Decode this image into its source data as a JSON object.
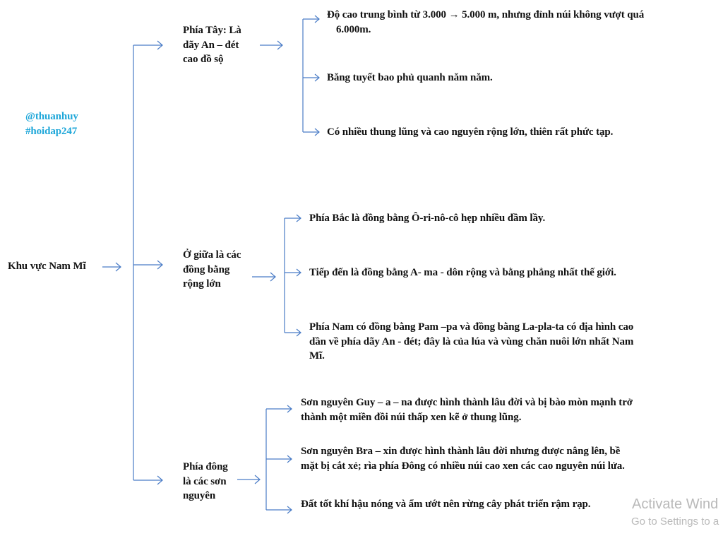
{
  "watermark": {
    "handle": "@thuanhuy",
    "tag": "#hoidap247",
    "color": "#1fa7d9"
  },
  "root": "Khu vực Nam Mĩ",
  "branches": [
    {
      "label": [
        "Phía Tây: Là",
        "dãy An – đét",
        "cao đồ sộ"
      ],
      "items": [
        [
          "Độ cao trung bình từ 3.000 → 5.000 m, nhưng đỉnh núi không vượt quá",
          "6.000m."
        ],
        [
          "Băng tuyết bao phủ quanh  năm năm."
        ],
        [
          "Có nhiều thung lũng và cao nguyên rộng lớn, thiên rất phức tạp."
        ]
      ]
    },
    {
      "label": [
        "Ở giữa là các",
        "đồng bằng",
        "rộng lớn"
      ],
      "items": [
        [
          "Phía  Bắc là đồng bằng Ô-ri-nô-cô  hẹp nhiều đầm lầy."
        ],
        [
          "Tiếp đến là đồng bằng A- ma - dôn rộng và bằng phẳng nhất thế giới."
        ],
        [
          "Phía  Nam có đồng bằng Pam –pa và đồng bằng La-pla-ta có địa hình cao",
          "dần về phía dãy An - đét; đây là của lúa và vùng chăn nuôi lớn nhất Nam",
          "Mĩ."
        ]
      ]
    },
    {
      "label": [
        "Phía đông",
        "là các sơn",
        "nguyên"
      ],
      "items": [
        [
          "Sơn nguyên Guy – a – na được hình thành lâu đời và bị bào mòn mạnh trở",
          "thành một miền đồi núi thấp xen kẽ ở thung lũng."
        ],
        [
          "Sơn nguyên Bra – xin được hình thành lâu đời nhưng được nâng lên, bề",
          "mặt bị cắt xẻ; rìa phía Đông có nhiều núi cao xen các cao nguyên núi lửa."
        ],
        [
          "Đất tốt khí hậu nóng và ẩm ướt nên rừng cây phát triển rậm rạp."
        ]
      ]
    }
  ],
  "os_overlay": {
    "line1": "Activate Wind",
    "line2": "Go to Settings to a"
  },
  "colors": {
    "connector": "#4a7cc6",
    "text": "#111111",
    "overlay": "#b9b9b9"
  }
}
